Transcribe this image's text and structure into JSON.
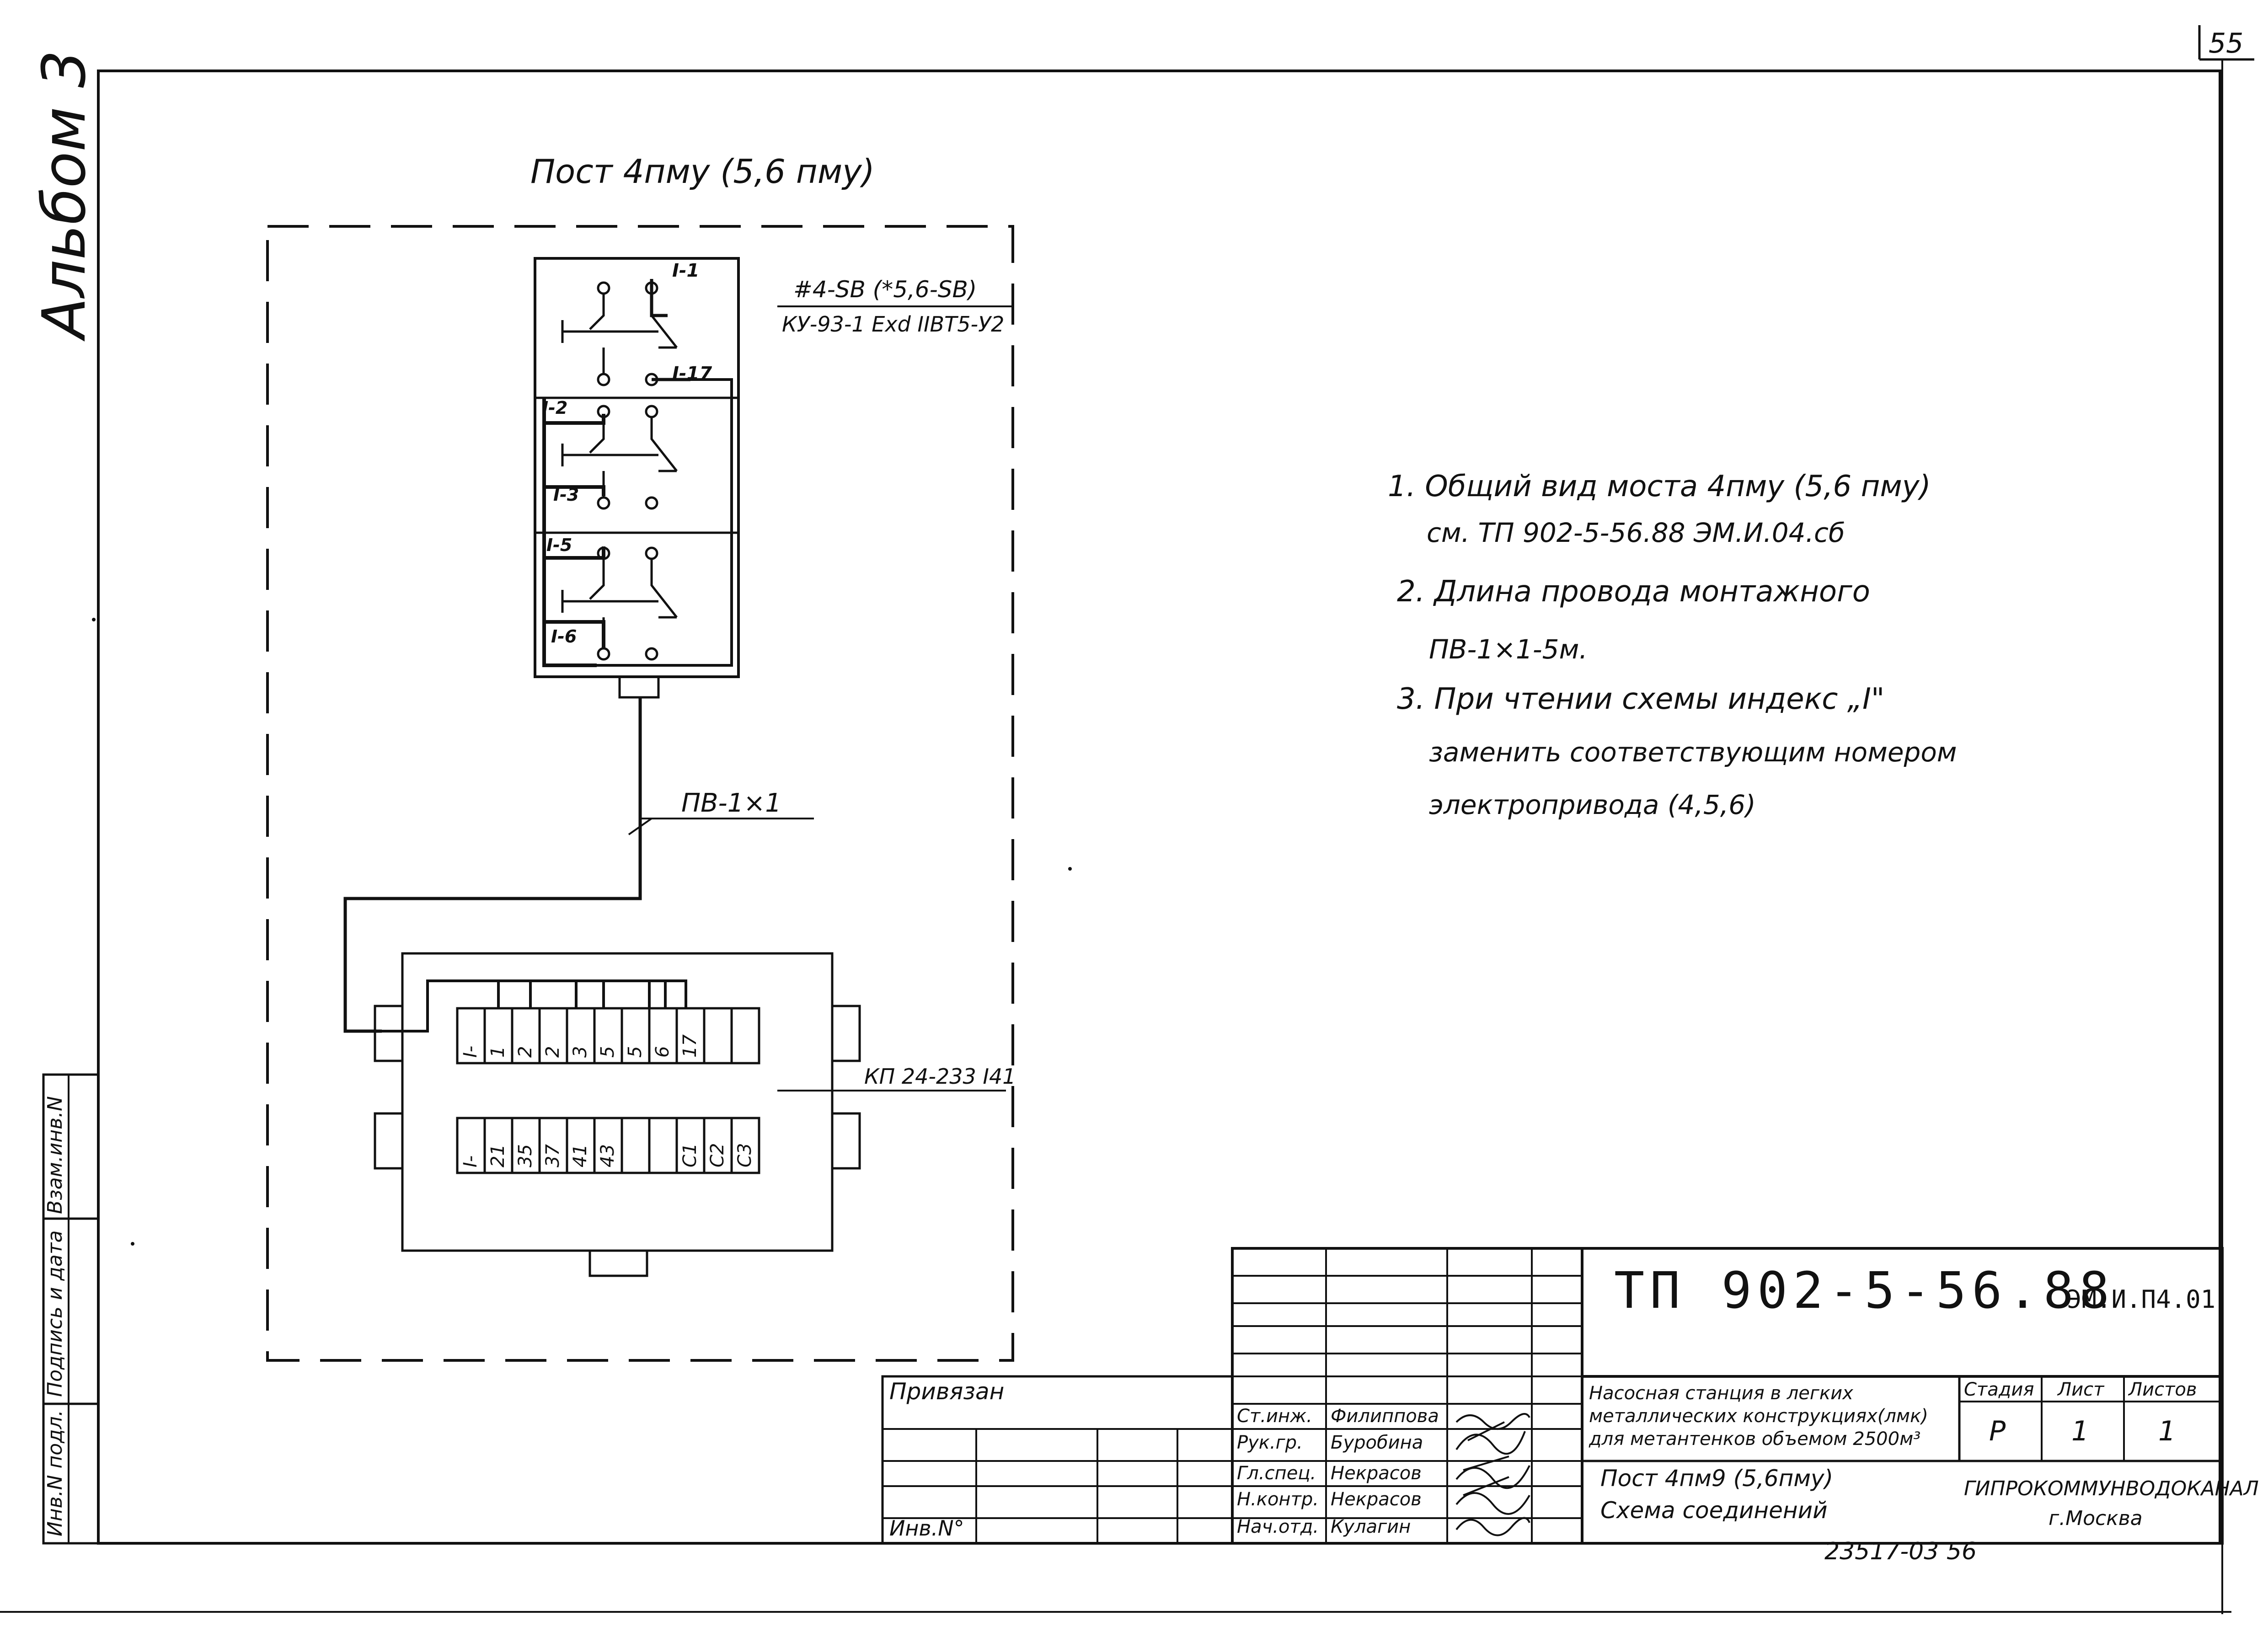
{
  "page_number": "55",
  "album_label": "Альбом 3",
  "post_title": "Пост 4пму (5,6 пму)",
  "device": {
    "designation": "#4-SB (*5,6-SB)",
    "type": "КУ-93-1 Exd IIBT5-У2",
    "contacts": [
      {
        "top": "I-1",
        "bottom": "I-17"
      },
      {
        "top": "I-2",
        "bottom": "I-3"
      },
      {
        "top": "I-5",
        "bottom": "I-6"
      }
    ]
  },
  "cable_label": "ПВ-1×1",
  "terminal_box": {
    "type": "КП 24-233 I41",
    "row1": [
      "I-",
      "1",
      "2",
      "2",
      "3",
      "5",
      "5",
      "6",
      "17",
      "",
      ""
    ],
    "row2": [
      "I-",
      "21",
      "35",
      "37",
      "41",
      "43",
      "",
      "",
      "С1",
      "С2",
      "С3"
    ]
  },
  "notes": [
    "1. Общий вид  моста   4пму (5,6 пму)",
    "см.  ТП 902-5-56.88              ЭМ.И.04.сб",
    "2. Длина  провода   монтажного",
    "ПВ-1×1-5м.",
    "3. При  чтении  схемы  индекс „I\"",
    "заменить  соответствующим  номером",
    "электропривода   (4,5,6)"
  ],
  "side_stamp": {
    "inv_podl": "Инв.N подл.",
    "podpis": "Подпись и дата",
    "vzam": "Взам.инв.N"
  },
  "title_block": {
    "doc_code": "ТП 902-5-56.88",
    "doc_suffix": "ЭМ.И.П4.01",
    "project_title": [
      "Насосная станция в легких",
      "металлических конструкциях(лмк)",
      "для метантенков объемом 2500м³"
    ],
    "sheet_title": [
      "Пост 4пм9 (5,6пму)",
      "Схема соединений"
    ],
    "stage_header": "Стадия",
    "sheet_header": "Лист",
    "sheets_header": "Листов",
    "stage": "Р",
    "sheet": "1",
    "sheets": "1",
    "organization": "ГИПРОКОММУНВОДОКАНАЛ",
    "city": "г.Москва",
    "privyazan": "Привязан",
    "inv_no": "Инв.N°",
    "roles": [
      {
        "role": "Ст.инж.",
        "name": "Филиппова"
      },
      {
        "role": "Рук.гр.",
        "name": "Буробина"
      },
      {
        "role": "Гл.спец.",
        "name": "Некрасов"
      },
      {
        "role": "Н.контр.",
        "name": "Некрасов"
      },
      {
        "role": "Нач.отд.",
        "name": "Кулагин"
      }
    ],
    "footer_number": "23517-03  56"
  }
}
